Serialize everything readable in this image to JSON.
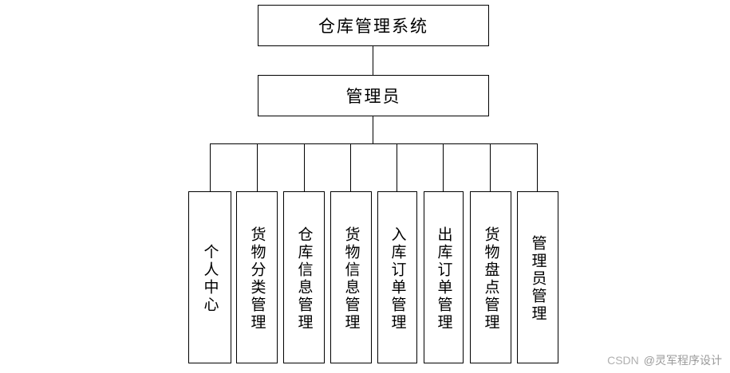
{
  "diagram": {
    "title": "仓库管理系统",
    "root": {
      "label": "仓库管理系统"
    },
    "role": {
      "label": "管理员"
    },
    "leaves": [
      {
        "label": "个人中心"
      },
      {
        "label": "货物分类管理"
      },
      {
        "label": "仓库信息管理"
      },
      {
        "label": "货物信息管理"
      },
      {
        "label": "入库订单管理"
      },
      {
        "label": "出库订单管理"
      },
      {
        "label": "货物盘点管理"
      },
      {
        "label": "管理员管理"
      }
    ]
  },
  "watermark": {
    "source": "CSDN",
    "author": "@灵军程序设计"
  }
}
